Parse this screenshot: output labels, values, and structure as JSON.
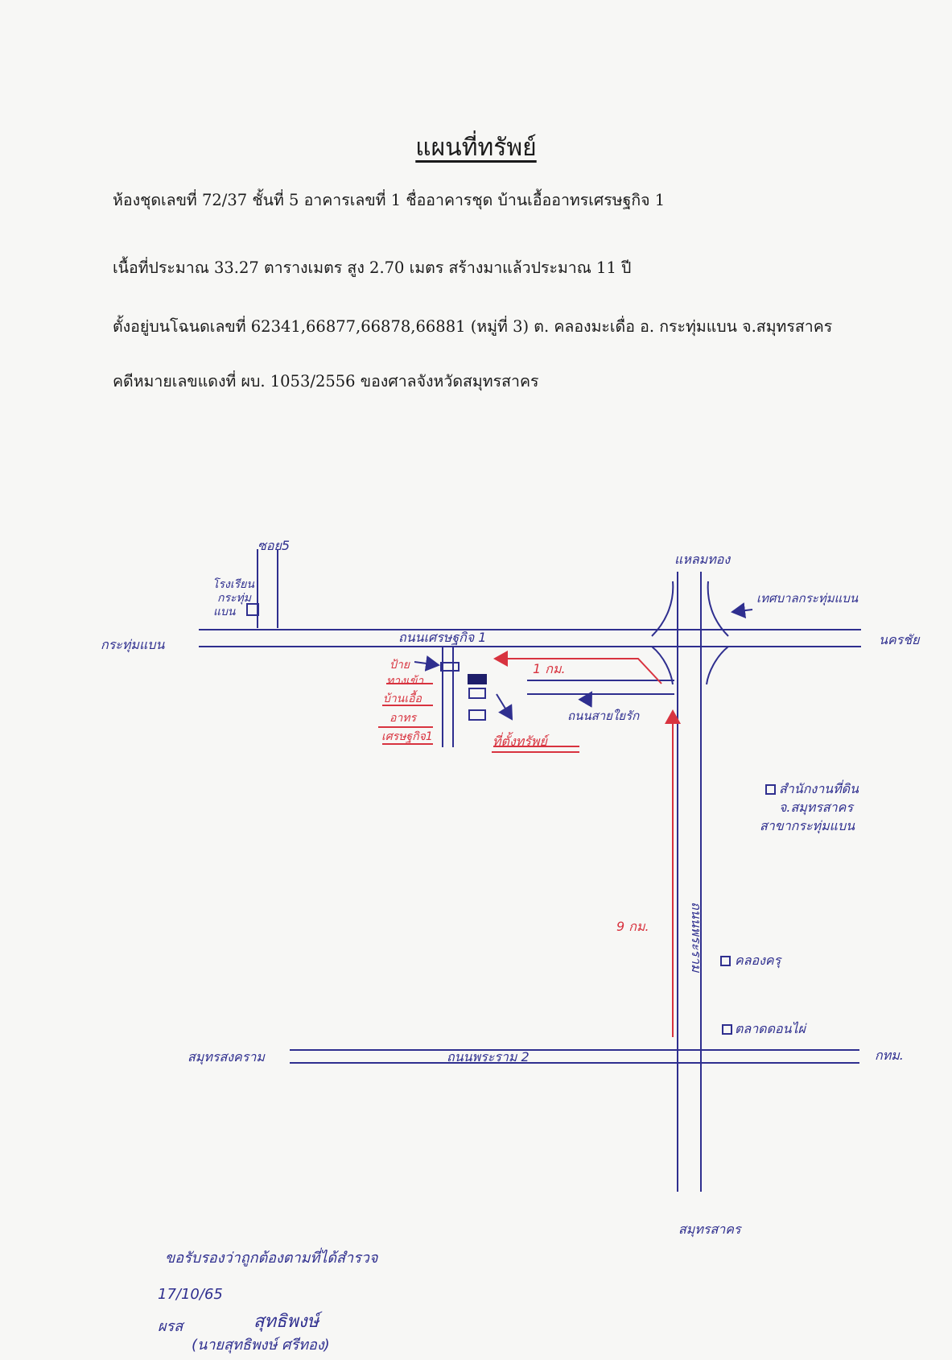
{
  "document": {
    "title": "แผนที่ทรัพย์",
    "lines": [
      "ห้องชุดเลขที่  72/37  ชั้นที่  5  อาคารเลขที่ 1  ชื่ออาคารชุด บ้านเอื้ออาทรเศรษฐกิจ 1",
      "เนื้อที่ประมาณ  33.27      ตารางเมตร  สูง   2.70    เมตร สร้างมาแล้วประมาณ 11  ปี",
      "ตั้งอยู่บนโฉนดเลขที่ 62341,66877,66878,66881 (หมู่ที่ 3)  ต. คลองมะเดื่อ  อ. กระทุ่มแบน  จ.สมุทรสาคร",
      "คดีหมายเลขแดงที่ ผบ. 1053/2556   ของศาลจังหวัดสมุทรสาคร"
    ]
  },
  "map": {
    "soi": "ซอย5",
    "school": [
      "โรงเรียน",
      "กระทุ่ม",
      "แบน"
    ],
    "left_destination": "กระทุ่มแบน",
    "top_destination": "แหลมทอง",
    "top_right_note": "เทศบาลกระทุ่มแบน",
    "right_destination": "นครชัย",
    "road_1": "ถนนเศรษฐกิจ 1",
    "distance_1": "1 กม.",
    "project_label": [
      "ป้าย",
      "ทางเข้า",
      "บ้านเอื้อ",
      "อาทร",
      "เศรษฐกิจ1"
    ],
    "side_road": "ถนนสายใยรัก",
    "property": "ที่ตั้งทรัพย์",
    "land_office": [
      "สำนักงานที่ดิน",
      "จ.สมุทรสาคร",
      "สาขากระทุ่มแบน"
    ],
    "vertical_road": "ถนนพระราม",
    "distance_2": "9 กม.",
    "place_1": "คลองครุ",
    "place_2": "ตลาดดอนไผ่",
    "bottom_left": "สมุทรสงคราม",
    "road_2": "ถนนพระราม 2",
    "bottom_right": "กทม.",
    "bottom_destination": "สมุทรสาคร"
  },
  "signature": {
    "note": "ขอรับรองว่าถูกต้องตามที่ได้สำรวจ",
    "date": "17/10/65",
    "role": "ผรส",
    "name_abbr": "สุทธิพงษ์",
    "full_name": "(นายสุทธิพงษ์ ศรีทอง)"
  },
  "colors": {
    "ink_blue": "#2f2f8f",
    "ink_red": "#d8333f",
    "text": "#1a1a1a"
  }
}
